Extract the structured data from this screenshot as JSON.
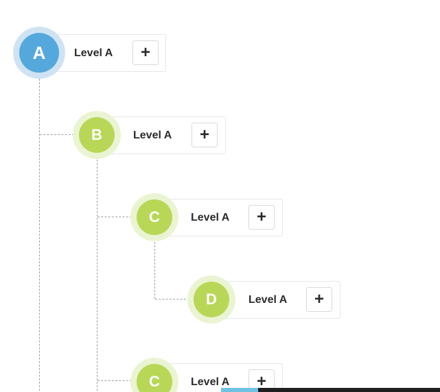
{
  "colors": {
    "root_avatar": "#55a8dc",
    "root_ring": "#cfe3f3",
    "child_avatar": "#b9d757",
    "child_ring": "#eaf4d2",
    "connector": "#9aa0a8"
  },
  "tree": {
    "nodes": [
      {
        "letter": "A",
        "label": "Level A",
        "add": "+"
      },
      {
        "letter": "B",
        "label": "Level A",
        "add": "+"
      },
      {
        "letter": "C",
        "label": "Level A",
        "add": "+"
      },
      {
        "letter": "D",
        "label": "Level A",
        "add": "+"
      },
      {
        "letter": "C",
        "label": "Level A",
        "add": "+"
      }
    ]
  }
}
